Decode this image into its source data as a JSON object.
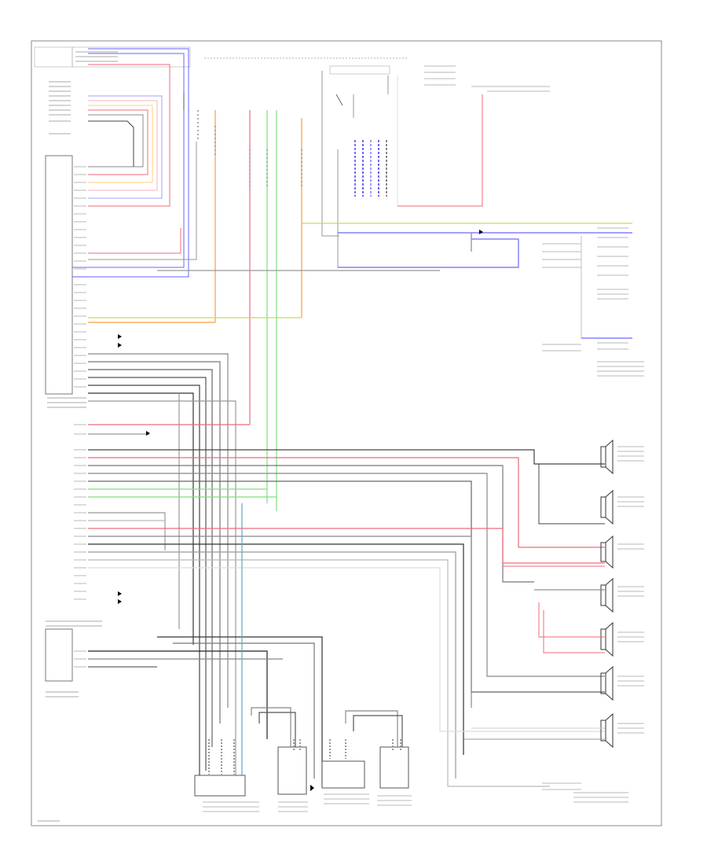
{
  "diagram": {
    "figure_id": "",
    "note": "",
    "colors": {
      "red": "#f06a7a",
      "blue": "#6a66ff",
      "orange": "#ff9a3c",
      "green": "#7ee07e",
      "yellow_green": "#c9d860",
      "gray": "#777777",
      "dark": "#222222",
      "cyan": "#5aa9c9",
      "frame": "#888888"
    },
    "components": [
      {
        "id": "head_unit"
      },
      {
        "id": "amp_module"
      },
      {
        "id": "aux_block"
      },
      {
        "id": "front_center_speaker"
      },
      {
        "id": "left_front_speaker"
      },
      {
        "id": "left_front_tweeter"
      },
      {
        "id": "right_front_speaker"
      },
      {
        "id": "right_front_tweeter"
      },
      {
        "id": "left_rear_speaker"
      },
      {
        "id": "right_rear_speaker"
      },
      {
        "id": "subwoofer"
      },
      {
        "id": "antenna_amp"
      },
      {
        "id": "left_rear_door_speaker"
      },
      {
        "id": "rear_center_module"
      },
      {
        "id": "right_rear_door_speaker"
      },
      {
        "id": "top_switch"
      },
      {
        "id": "fuse_block"
      }
    ]
  }
}
